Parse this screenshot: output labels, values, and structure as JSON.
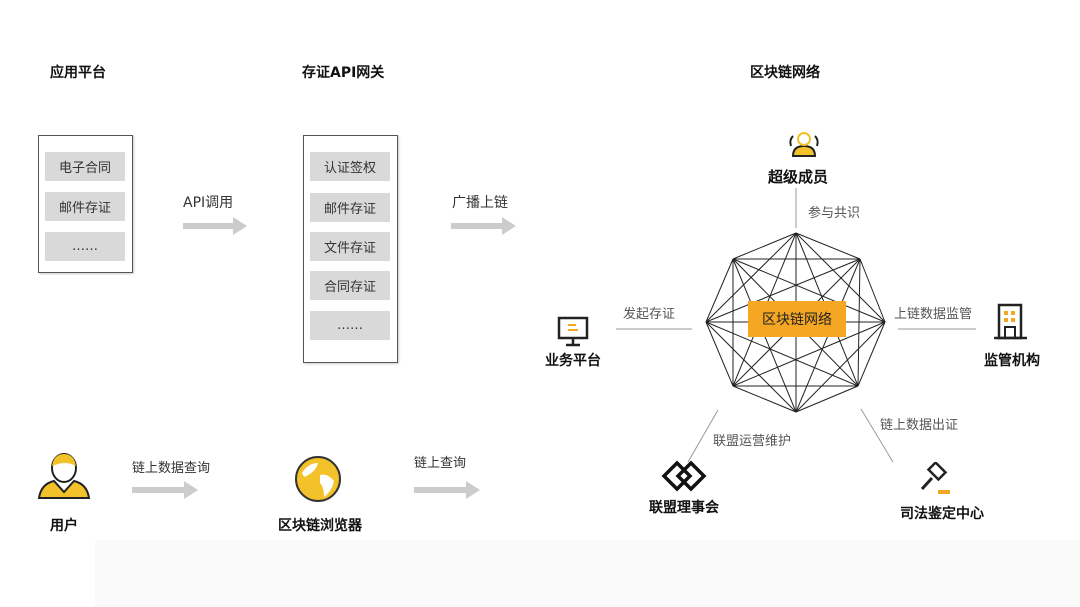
{
  "headers": {
    "app_platform": "应用平台",
    "gateway": "存证API网关",
    "network": "区块链网络"
  },
  "app_platform": {
    "items": [
      "电子合同",
      "邮件存证",
      "……"
    ]
  },
  "gateway": {
    "items": [
      "认证签权",
      "邮件存证",
      "文件存证",
      "合同存证",
      "……"
    ]
  },
  "arrows": {
    "api_call": "API调用",
    "broadcast": "广播上链",
    "chain_data_query": "链上数据查询",
    "chain_query": "链上查询"
  },
  "nodes": {
    "user": "用户",
    "explorer": "区块链浏览器",
    "super_member": "超级成员",
    "business_platform": "业务平台",
    "regulator": "监管机构",
    "council": "联盟理事会",
    "judicial": "司法鉴定中心",
    "center": "区块链网络"
  },
  "edges": {
    "consensus": "参与共识",
    "initiate": "发起存证",
    "supervise": "上链数据监管",
    "operate": "联盟运营维护",
    "certify": "链上数据出证"
  },
  "colors": {
    "accent": "#f5a623",
    "icon_yellow": "#f3c22b"
  }
}
